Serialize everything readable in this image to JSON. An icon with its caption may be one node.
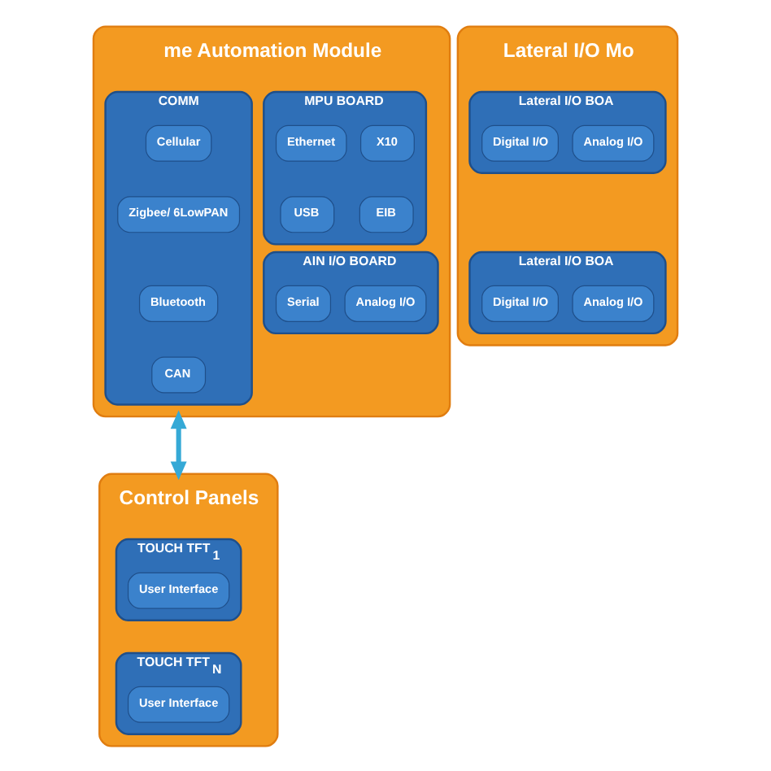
{
  "diagram": {
    "nodes": [
      {
        "text": [
          "me Automation Module"
        ]
      },
      {
        "text": [
          "MPU BOARD"
        ],
        "in": 0
      },
      {
        "text": [
          "X10"
        ],
        "in": 1
      },
      {
        "text": [
          "Ethernet"
        ],
        "in": 1
      },
      {
        "text": [
          "EIB"
        ],
        "in": 1
      },
      {
        "text": [
          "USB"
        ],
        "in": 1
      },
      {
        "text": [
          "AIN I/O BOARD"
        ],
        "in": 0
      },
      {
        "text": [
          "Analog I/O"
        ],
        "in": 6
      },
      {
        "text": [
          "Serial"
        ],
        "in": 6
      },
      {
        "text": [
          "COMM"
        ],
        "in": 0
      },
      {
        "text": [
          "Cellular"
        ],
        "in": 9
      },
      {
        "text": [
          "Zigbee/ 6LowPAN"
        ],
        "in": 9
      },
      {
        "text": [
          "Bluetooth"
        ],
        "in": 9
      },
      {
        "text": [
          "CAN"
        ],
        "in": 9
      },
      {
        "text": [
          "Lateral I/O Mo"
        ]
      },
      {
        "text": [
          "Lateral I/O BOA"
        ],
        "in": 14
      },
      {
        "text": [
          "Digital I/O"
        ],
        "in": 15
      },
      {
        "text": [
          "Analog I/O"
        ],
        "in": 15
      },
      {
        "text": [
          "Lateral I/O BOA"
        ],
        "in": 14
      },
      {
        "text": [
          "Digital I/O"
        ],
        "in": 18
      },
      {
        "text": [
          "Analog I/O"
        ],
        "in": 18
      },
      {
        "text": [
          "Control Panels"
        ]
      },
      {
        "text": [
          "TOUCH TFT$_{1}$"
        ],
        "in": 21
      },
      {
        "text": [
          "User Interface"
        ],
        "in": 22
      },
      {
        "text": [
          "TOUCH TFT$_{N}$"
        ],
        "in": 21
      },
      {
        "text": [
          "User Interface"
        ],
        "in": 24
      }
    ],
    "edges": [
      {
        "from": 0,
        "to": 21,
        "arrow": "both"
      }
    ]
  }
}
